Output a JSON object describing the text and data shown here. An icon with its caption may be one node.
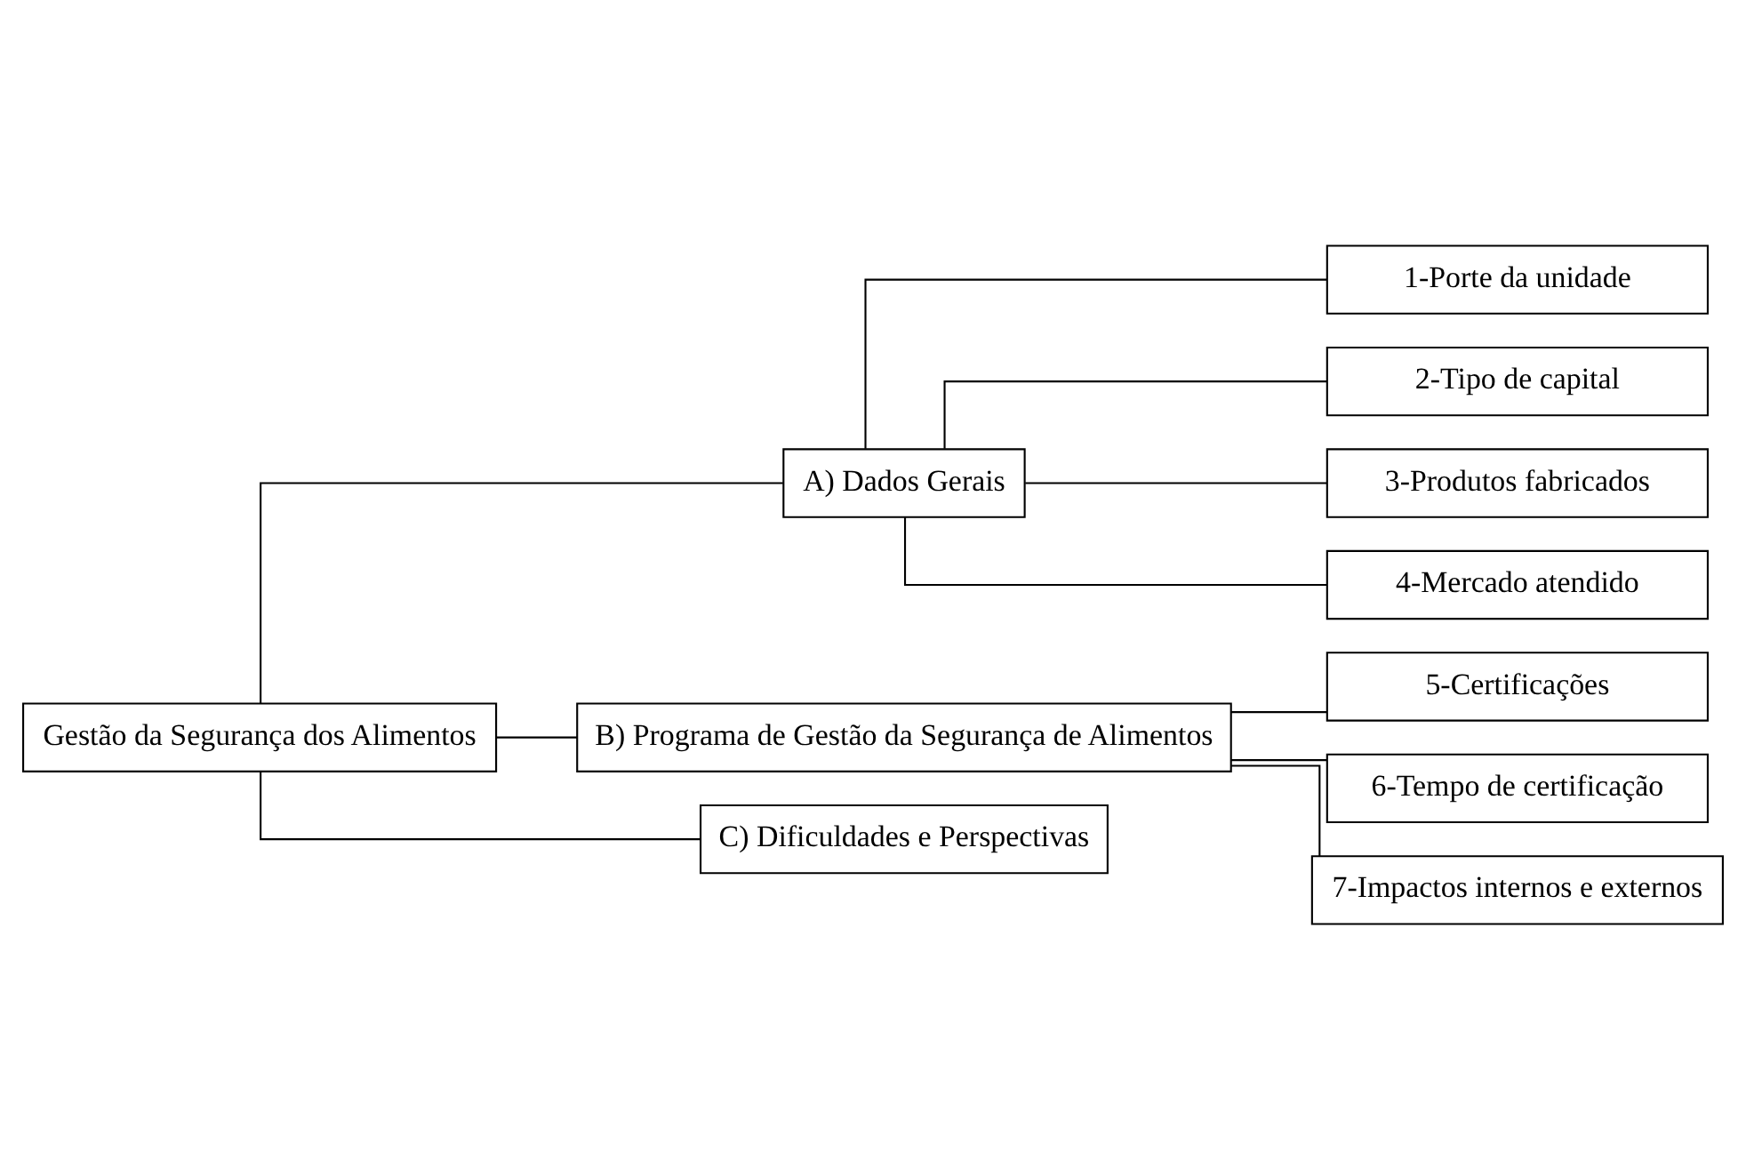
{
  "diagram": {
    "nodes": [
      {
        "text": [
          "Gestão da Segurança dos Alimentos"
        ]
      },
      {
        "text": [
          "A) Dados Gerais"
        ]
      },
      {
        "text": [
          "B) Programa de Gestão da Segurança de Alimentos"
        ]
      },
      {
        "text": [
          "C) Dificuldades e Perspectivas"
        ]
      },
      {
        "text": [
          "1-Porte da unidade"
        ]
      },
      {
        "text": [
          "2-Tipo de capital"
        ]
      },
      {
        "text": [
          "3-Produtos fabricados"
        ]
      },
      {
        "text": [
          "4-Mercado atendido"
        ]
      },
      {
        "text": [
          "5-Certificações"
        ]
      },
      {
        "text": [
          "6-Tempo de certificação"
        ]
      },
      {
        "text": [
          "7-Impactos internos e externos"
        ]
      }
    ],
    "edges": [
      {
        "from": 0,
        "to": 1,
        "arrow": "none"
      },
      {
        "from": 0,
        "to": 2,
        "arrow": "none"
      },
      {
        "from": 0,
        "to": 3,
        "arrow": "none"
      },
      {
        "from": 1,
        "to": 4,
        "arrow": "none"
      },
      {
        "from": 1,
        "to": 5,
        "arrow": "none"
      },
      {
        "from": 1,
        "to": 6,
        "arrow": "none"
      },
      {
        "from": 1,
        "to": 7,
        "arrow": "none"
      },
      {
        "from": 2,
        "to": 8,
        "arrow": "none"
      },
      {
        "from": 2,
        "to": 9,
        "arrow": "none"
      },
      {
        "from": 2,
        "to": 10,
        "arrow": "none"
      }
    ]
  }
}
